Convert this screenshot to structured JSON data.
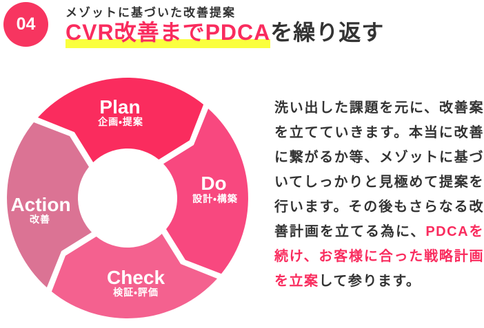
{
  "header": {
    "badge": {
      "number": "04"
    },
    "eyebrow": "メゾットに基づいた改善提案",
    "title": {
      "highlight": "CVR改善までPDCA",
      "rest": "を繰り返す"
    }
  },
  "colors": {
    "accent_pink": "#F92C5E",
    "highlight_yellow": "#FAFF3E",
    "text_dark": "#333333",
    "badge_pink": "#F73560"
  },
  "diagram": {
    "type": "pdca-cycle",
    "segments": [
      {
        "label": "Plan",
        "sublabel": "企画・提案",
        "color": "#FA2C5E"
      },
      {
        "label": "Do",
        "sublabel": "設計・構築",
        "color": "#F8487F"
      },
      {
        "label": "Check",
        "sublabel": "検証・評価",
        "color": "#F4618F"
      },
      {
        "label": "Action",
        "sublabel": "改善",
        "color": "#DB7394"
      }
    ]
  },
  "body": {
    "em_color": "#F92C5E",
    "segments": [
      {
        "text": "洗い出した課題を元に、改善案を立てていきます。本当に改善に繋がるか等、メゾットに基づいてしっかりと見極めて提案を行います。その後もさらなる改善計画を立てる為に、",
        "em": false
      },
      {
        "text": "PDCAを続け、お客様に合った戦略計画を立案",
        "em": true
      },
      {
        "text": "して参ります。",
        "em": false
      }
    ]
  }
}
